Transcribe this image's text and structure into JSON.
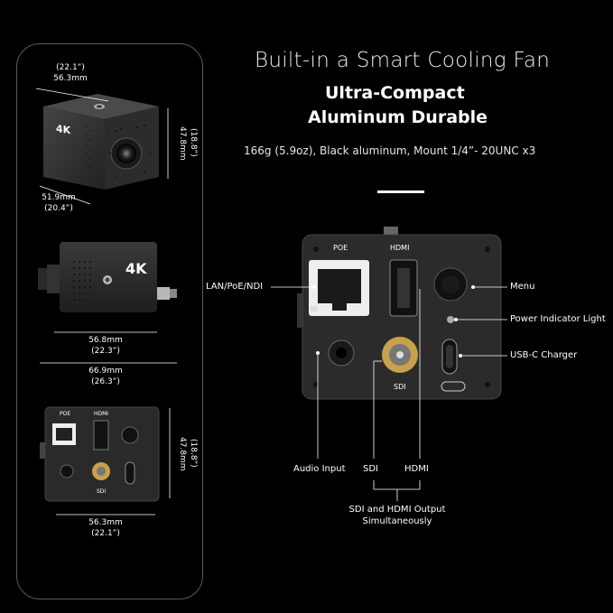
{
  "header": {
    "headline": "Built-in a Smart Cooling Fan",
    "subline1": "Ultra-Compact",
    "subline2": "Aluminum Durable",
    "spec": "166g (5.9oz), Black aluminum, Mount 1/4”- 20UNC x3"
  },
  "left_panel": {
    "top_view": {
      "width_in": "(22.1”)",
      "width_mm": "56.3mm",
      "height_mm": "47.8mm",
      "height_in": "(18.8”)",
      "depth_mm": "51.9mm",
      "depth_in": "(20.4”)",
      "badge": "4K"
    },
    "side_view": {
      "badge": "4K",
      "body_mm": "56.8mm",
      "body_in": "(22.3”)",
      "total_mm": "66.9mm",
      "total_in": "(26.3”)"
    },
    "back_view": {
      "poe_label": "POE",
      "hdmi_label": "HDMI",
      "sdi_label": "SDI",
      "height_mm": "47.8mm",
      "height_in": "(18.8”)",
      "width_mm": "56.3mm",
      "width_in": "(22.1”)"
    }
  },
  "main_view": {
    "poe_label": "POE",
    "hdmi_label": "HDMI",
    "sdi_label": "SDI",
    "callouts": {
      "lan": "LAN/PoE/NDI",
      "menu": "Menu",
      "power": "Power Indicator Light",
      "usbc": "USB-C  Charger",
      "audio": "Audio Input",
      "sdi": "SDI",
      "hdmi": "HDMI",
      "output_line1": "SDI and HDMI Output",
      "output_line2": "Simultaneously"
    }
  },
  "colors": {
    "background": "#000000",
    "body": "#2b2b2b",
    "text": "#ffffff"
  }
}
